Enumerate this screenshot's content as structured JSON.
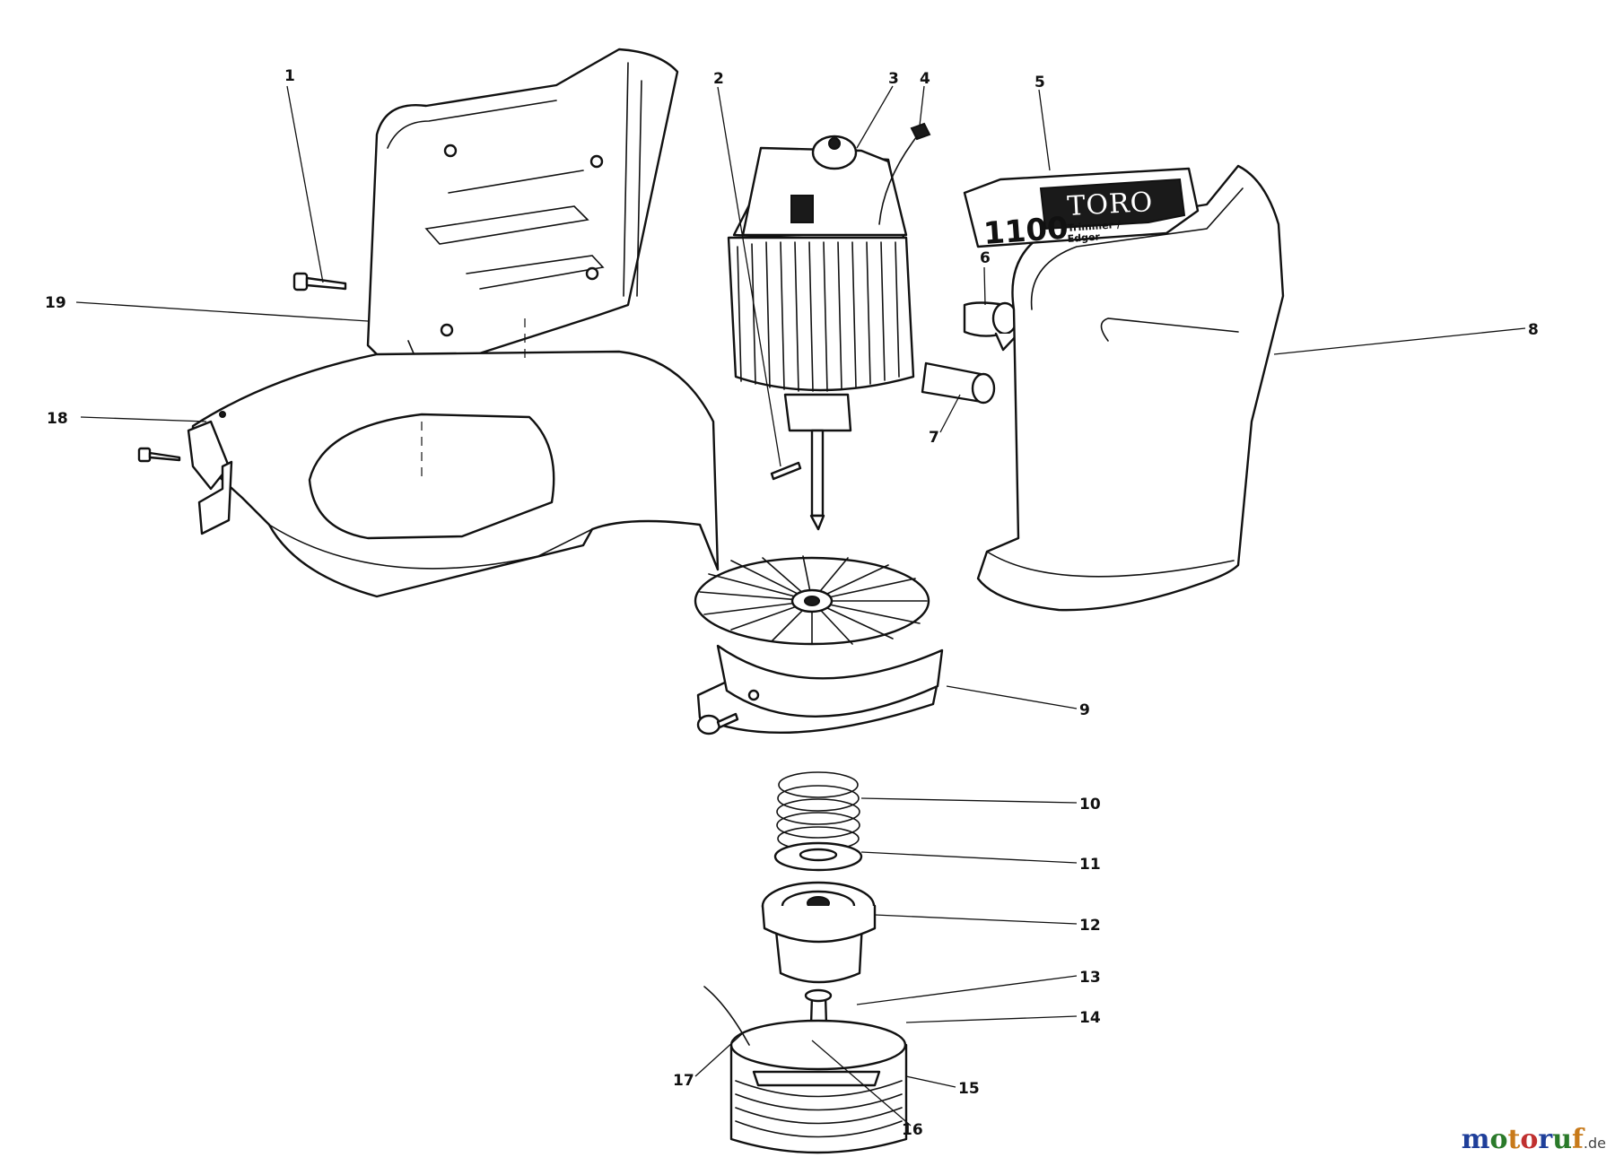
{
  "callouts": [
    {
      "id": "1",
      "label": "1"
    },
    {
      "id": "2",
      "label": "2"
    },
    {
      "id": "3",
      "label": "3"
    },
    {
      "id": "4",
      "label": "4"
    },
    {
      "id": "5",
      "label": "5"
    },
    {
      "id": "6",
      "label": "6"
    },
    {
      "id": "7",
      "label": "7"
    },
    {
      "id": "8",
      "label": "8"
    },
    {
      "id": "9",
      "label": "9"
    },
    {
      "id": "10",
      "label": "10"
    },
    {
      "id": "11",
      "label": "11"
    },
    {
      "id": "12",
      "label": "12"
    },
    {
      "id": "13",
      "label": "13"
    },
    {
      "id": "14",
      "label": "14"
    },
    {
      "id": "15",
      "label": "15"
    },
    {
      "id": "16",
      "label": "16"
    },
    {
      "id": "17",
      "label": "17"
    },
    {
      "id": "18",
      "label": "18"
    },
    {
      "id": "19",
      "label": "19"
    }
  ],
  "decal": {
    "brand": "TORO",
    "model": "1100",
    "line1": "Trimmer /",
    "line2": "Edger"
  },
  "watermark": {
    "letters": [
      {
        "char": "m",
        "color": "#1f3f9a"
      },
      {
        "char": "o",
        "color": "#2a7a2a"
      },
      {
        "char": "t",
        "color": "#c87a1a"
      },
      {
        "char": "o",
        "color": "#c03030"
      },
      {
        "char": "r",
        "color": "#1f3f9a"
      },
      {
        "char": "u",
        "color": "#2a7a2a"
      },
      {
        "char": "f",
        "color": "#c87a1a"
      }
    ],
    "suffix": ".de"
  }
}
